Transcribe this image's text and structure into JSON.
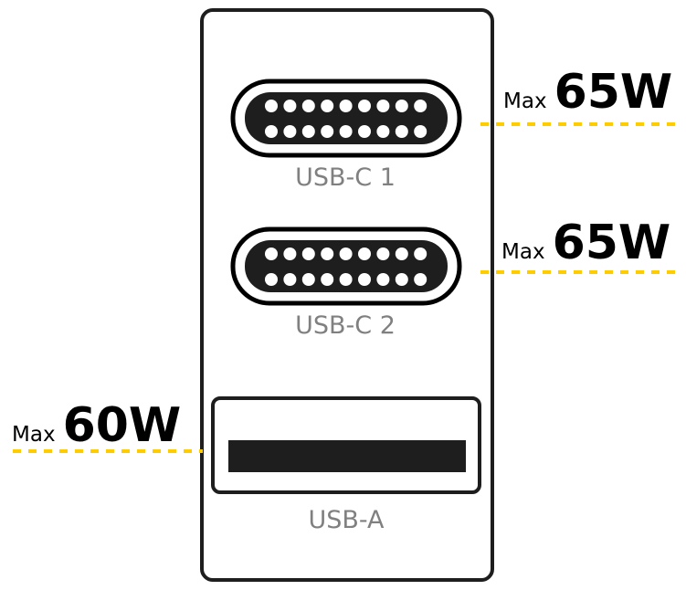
{
  "colors": {
    "accent": "#FFCC00",
    "outline": "#1e1e1e",
    "label": "#808080"
  },
  "ports": [
    {
      "name": "USB-C 1",
      "max_label": "Max",
      "power": "65W"
    },
    {
      "name": "USB-C 2",
      "max_label": "Max",
      "power": "65W"
    },
    {
      "name": "USB-A",
      "max_label": "Max",
      "power": "60W"
    }
  ]
}
